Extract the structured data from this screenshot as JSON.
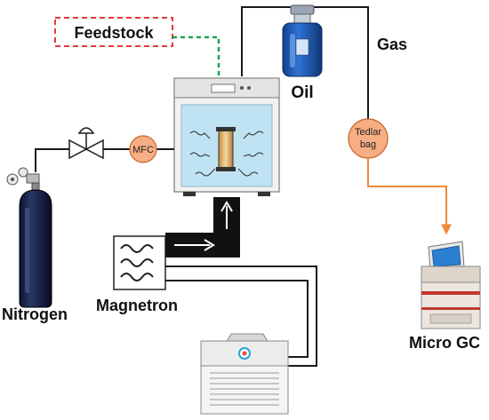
{
  "labels": {
    "feedstock": "Feedstock",
    "oil": "Oil",
    "gas": "Gas",
    "mfc": "MFC",
    "tedlar_line1": "Tedlar",
    "tedlar_line2": "bag",
    "nitrogen": "Nitrogen",
    "magnetron": "Magnetron",
    "micro_gc": "Micro GC"
  },
  "colors": {
    "feed_arrow": "#16a34a",
    "feed_box_border": "#e53935",
    "gc_line": "#f08a3c",
    "tedlar_fill": "#f7ae84",
    "mfc_fill": "#f7ae84",
    "cavity": "#bfe3f2",
    "cylinder": "#101a3a",
    "oil_collector": "#1e5bb8",
    "waveguide": "#111111"
  },
  "icons": {
    "valve": "valve-icon",
    "regulator": "regulator-icon",
    "reactor_tube": "reactor-tube-icon",
    "chiller": "chiller-icon",
    "gc_instrument": "gc-instrument-icon",
    "magnetron_coil": "wave-coil-icon"
  }
}
